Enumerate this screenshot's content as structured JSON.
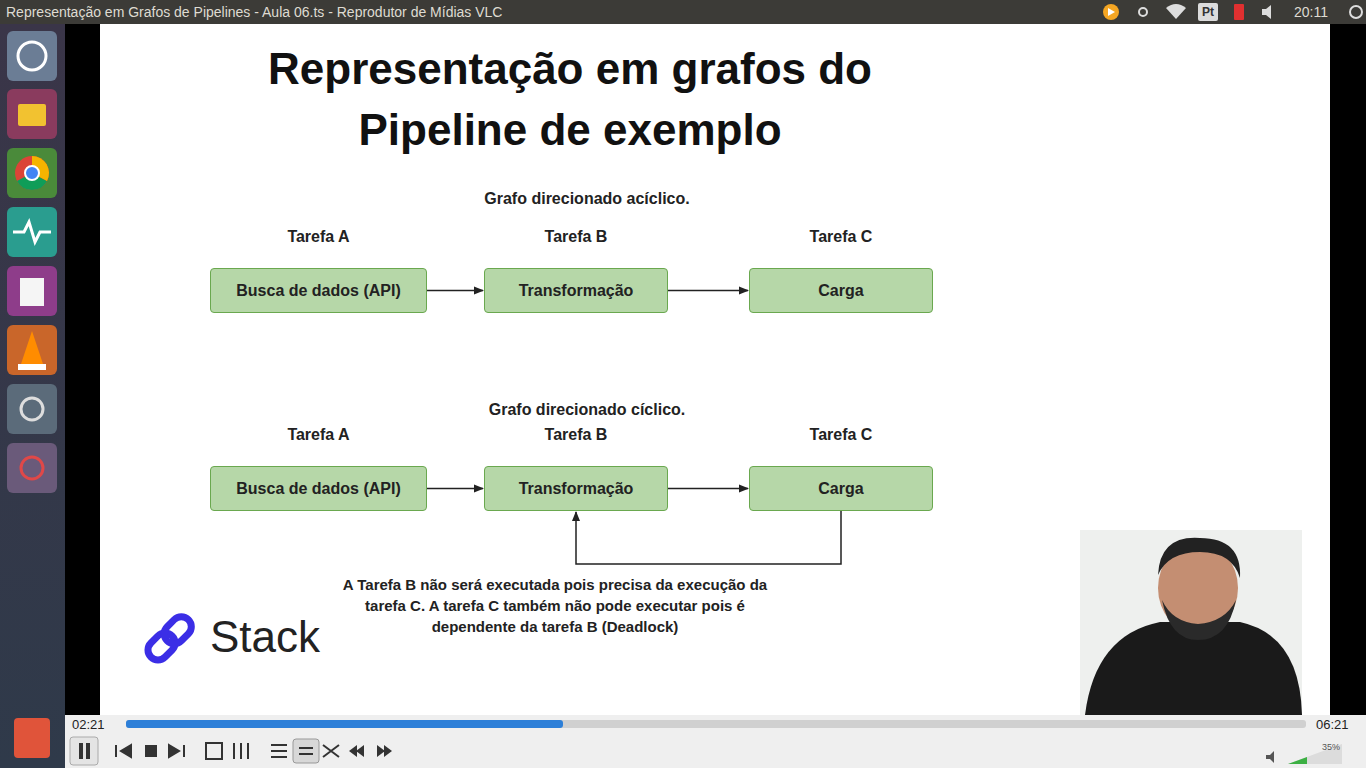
{
  "diagram": {
    "title": "Representação em grafos do Pipeline de exemplo",
    "nodes": [
      {
        "text": [
          "Tarefa A",
          "Busca de dados (API)"
        ]
      },
      {
        "text": [
          "Tarefa B",
          "Transformação"
        ]
      },
      {
        "text": [
          "Tarefa C",
          "Carga"
        ]
      },
      {
        "text": [
          "Tarefa A",
          "Busca de dados (API)"
        ]
      },
      {
        "text": [
          "Tarefa B",
          "Transformação"
        ]
      },
      {
        "text": [
          "Tarefa C",
          "Carga"
        ]
      }
    ],
    "edges": [
      {
        "from": 0,
        "to": 1,
        "arrow": "to"
      },
      {
        "from": 1,
        "to": 2,
        "arrow": "to"
      },
      {
        "from": 3,
        "to": 4,
        "arrow": "to"
      },
      {
        "from": 4,
        "to": 5,
        "arrow": "to"
      },
      {
        "from": 5,
        "to": 4,
        "arrow": "to"
      }
    ],
    "labels": [
      "Representação em Grafos de Pipelines - Aula 06.ts - Reprodutor de Mídias VLC",
      "Pt",
      "20:11",
      "Grafo direcionado acíclico.",
      "Grafo direcionado cíclico.",
      "A Tarefa B não será executada pois precisa da execução da tarefa C. A tarefa C também não pode executar pois é dependente da tarefa B (Deadlock)",
      "Stack",
      "02:21",
      "06:21",
      "35%"
    ]
  }
}
